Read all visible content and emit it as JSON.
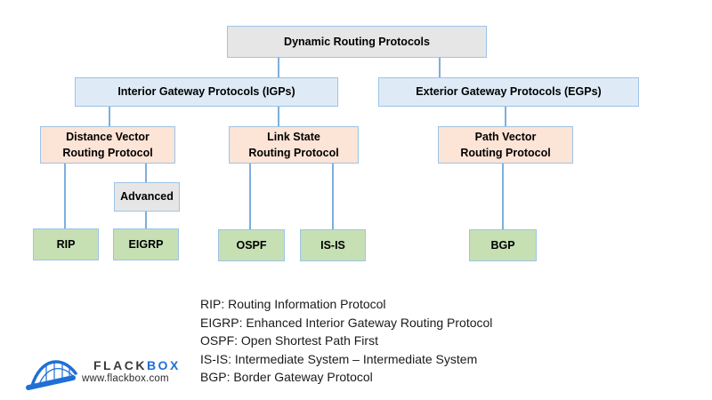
{
  "diagram": {
    "nodes": {
      "dynamic": {
        "label": "Dynamic Routing Protocols"
      },
      "igp": {
        "label": "Interior Gateway Protocols (IGPs)"
      },
      "egp": {
        "label": "Exterior Gateway Protocols (EGPs)"
      },
      "distance_vector": {
        "label": "Distance Vector\nRouting Protocol"
      },
      "link_state": {
        "label": "Link State\nRouting Protocol"
      },
      "path_vector": {
        "label": "Path Vector\nRouting Protocol"
      },
      "advanced": {
        "label": "Advanced"
      },
      "rip": {
        "label": "RIP"
      },
      "eigrp": {
        "label": "EIGRP"
      },
      "ospf": {
        "label": "OSPF"
      },
      "isis": {
        "label": "IS-IS"
      },
      "bgp": {
        "label": "BGP"
      }
    }
  },
  "legend": {
    "items": [
      "RIP: Routing Information Protocol",
      "EIGRP: Enhanced Interior Gateway Routing Protocol",
      "OSPF: Open Shortest Path First",
      "IS-IS: Intermediate System – Intermediate System",
      "BGP: Border Gateway Protocol"
    ]
  },
  "logo": {
    "brand_first": "FLACK",
    "brand_second": "BOX",
    "url": "www.flackbox.com"
  },
  "colors": {
    "gray_fill": "#e7e6e6",
    "blue_fill": "#deebf7",
    "peach_fill": "#fce4d6",
    "green_fill": "#c6e0b4",
    "box_border": "#9dc3e6",
    "line_color": "#5b9bd5",
    "brand_blue": "#1f6fd5"
  }
}
